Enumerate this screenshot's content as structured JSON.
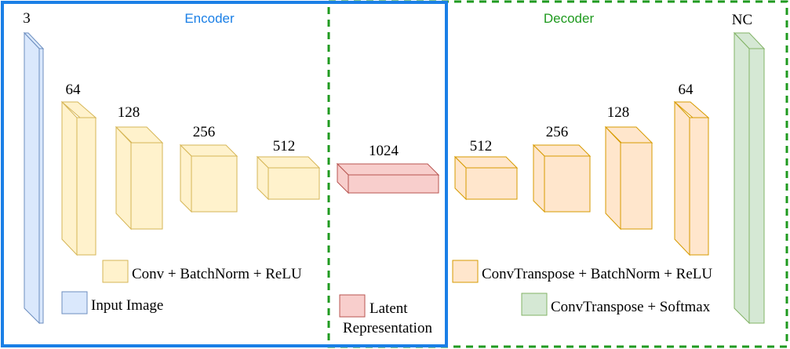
{
  "colors": {
    "encoder_frame": "#1a7fe6",
    "decoder_frame": "#1f9a1f",
    "input_fill": "#dae8fc",
    "input_stroke": "#6c8ebf",
    "enc_fill": "#fff2cc",
    "enc_stroke": "#d6b656",
    "latent_fill": "#f8cecc",
    "latent_stroke": "#b85450",
    "dec_fill": "#ffe6cc",
    "dec_stroke": "#d79b00",
    "out_fill": "#d5e8d4",
    "out_stroke": "#82b366"
  },
  "sections": {
    "encoder": "Encoder",
    "decoder": "Decoder"
  },
  "blocks": {
    "input": "3",
    "enc1": "64",
    "enc2": "128",
    "enc3": "256",
    "enc4": "512",
    "latent": "1024",
    "dec1": "512",
    "dec2": "256",
    "dec3": "128",
    "dec4": "64",
    "output": "NC"
  },
  "legend": {
    "conv": "Conv + BatchNorm + ReLU",
    "input": "Input Image",
    "latent_line1": "Latent",
    "latent_line2": "Representation",
    "convT": "ConvTranspose + BatchNorm + ReLU",
    "convT_softmax": "ConvTranspose + Softmax"
  }
}
